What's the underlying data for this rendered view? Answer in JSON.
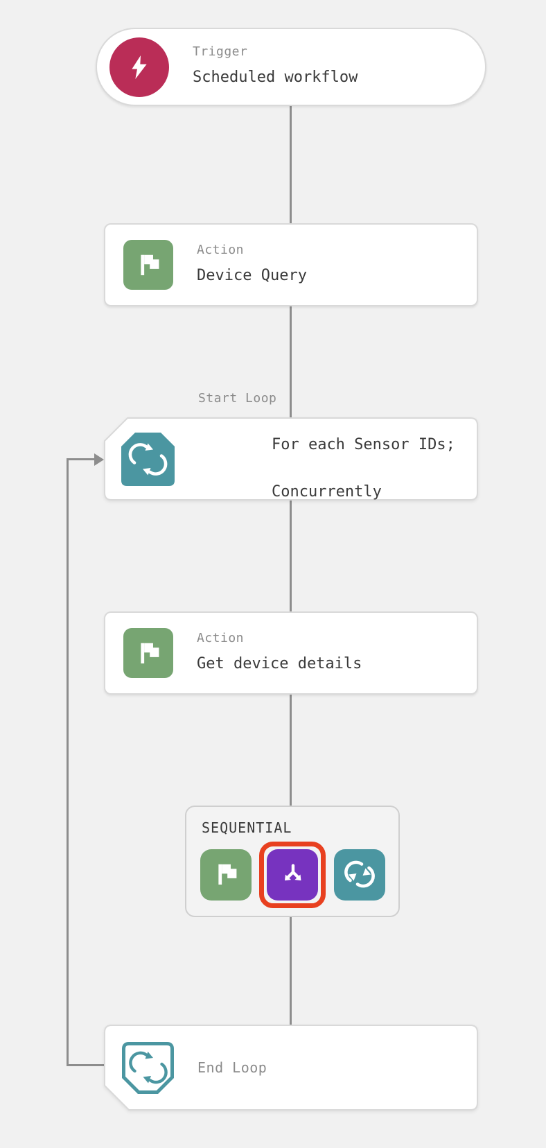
{
  "workflow": {
    "nodes": [
      {
        "type": "trigger",
        "label": "Trigger",
        "title": "Scheduled workflow"
      },
      {
        "type": "action",
        "label": "Action",
        "title": "Device Query"
      },
      {
        "type": "start_loop",
        "label": "Start Loop",
        "title_lines": [
          "For each Sensor IDs;",
          "Concurrently"
        ]
      },
      {
        "type": "action",
        "label": "Action",
        "title": "Get device details"
      },
      {
        "type": "end_loop",
        "label": "End Loop"
      }
    ],
    "insert_panel": {
      "title": "SEQUENTIAL",
      "buttons": [
        {
          "name": "action",
          "icon": "flag-icon",
          "color": "#77a572",
          "highlighted": false
        },
        {
          "name": "branch",
          "icon": "branch-icon",
          "color": "#7733bf",
          "highlighted": true
        },
        {
          "name": "loop",
          "icon": "loop-icon",
          "color": "#4b96a1",
          "highlighted": false
        }
      ]
    },
    "colors": {
      "trigger": "#ba2d57",
      "action": "#77a572",
      "loop": "#4b96a1",
      "branch": "#7733bf",
      "highlight_border": "#e8401f",
      "connector": "#8d8d8d",
      "card_border": "#d9d9d9",
      "background": "#f1f1f1"
    }
  }
}
